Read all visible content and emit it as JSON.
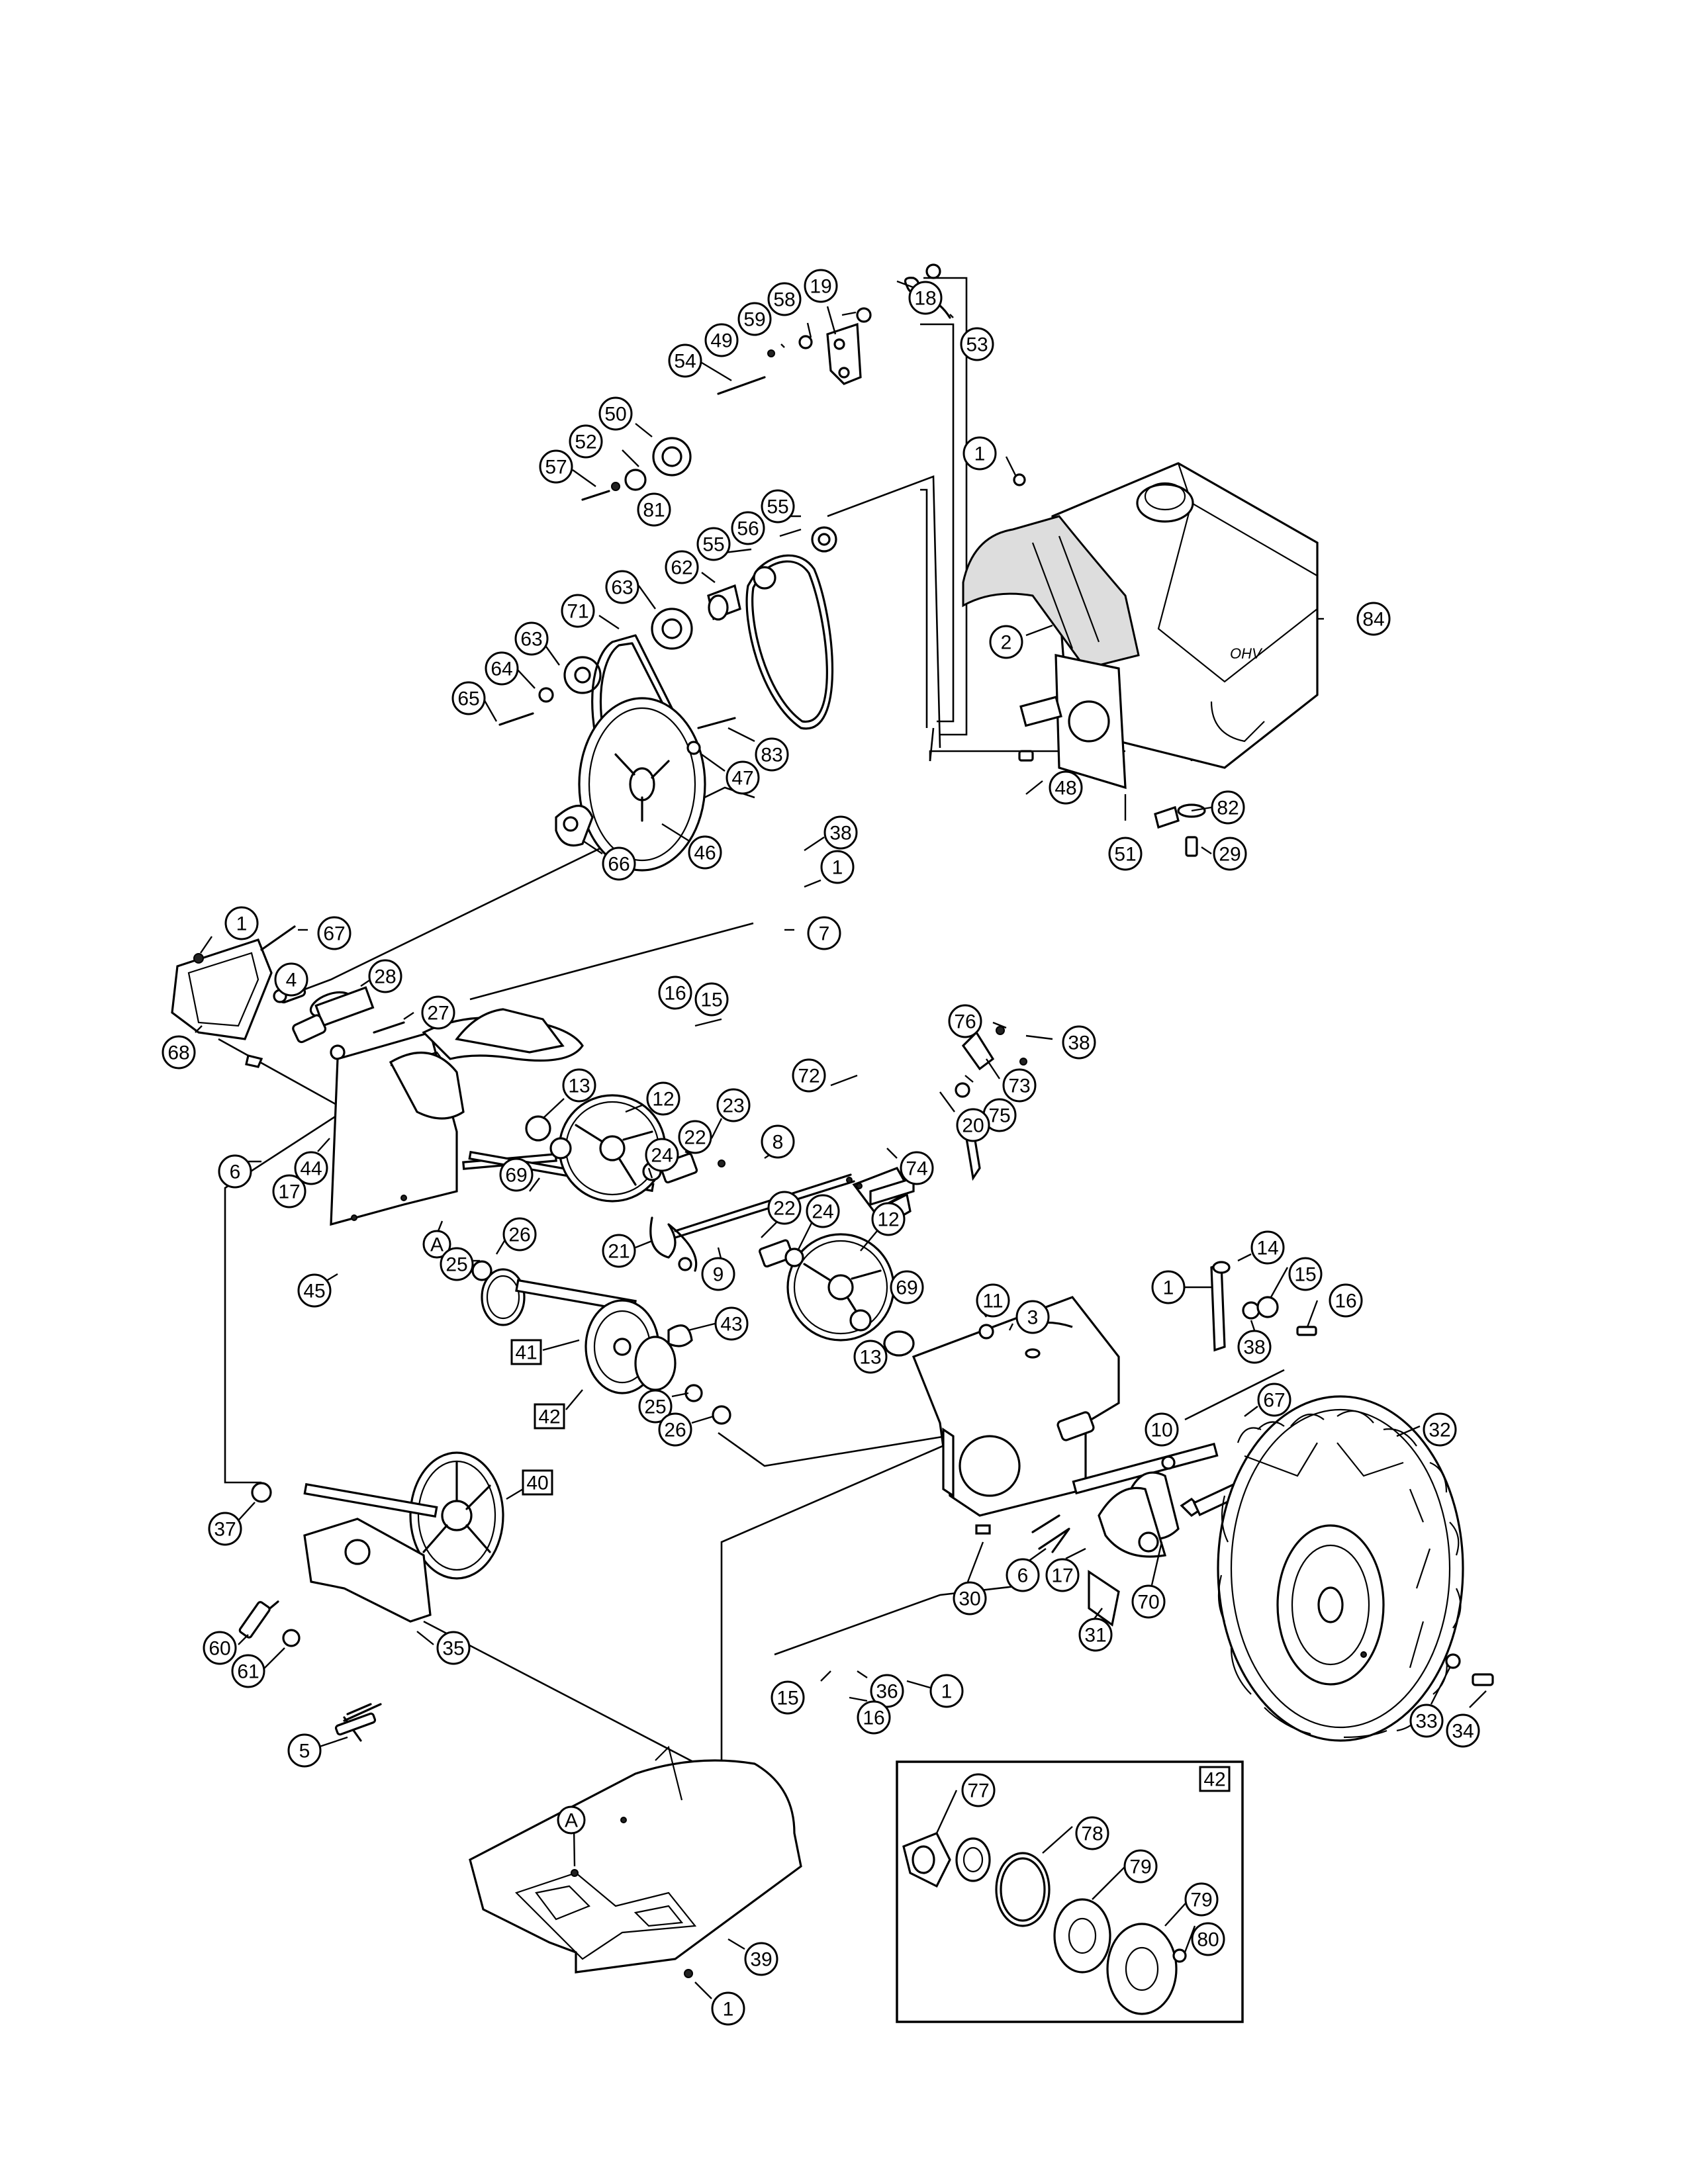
{
  "diagram": {
    "inset_label": "42",
    "engine_badge": "OHV",
    "callouts": [
      {
        "id": "c18",
        "label": "18"
      },
      {
        "id": "c19",
        "label": "19"
      },
      {
        "id": "c58",
        "label": "58"
      },
      {
        "id": "c59",
        "label": "59"
      },
      {
        "id": "c49",
        "label": "49"
      },
      {
        "id": "c54",
        "label": "54"
      },
      {
        "id": "c53",
        "label": "53"
      },
      {
        "id": "c50",
        "label": "50"
      },
      {
        "id": "c52",
        "label": "52"
      },
      {
        "id": "c57",
        "label": "57"
      },
      {
        "id": "c81",
        "label": "81"
      },
      {
        "id": "c1a",
        "label": "1"
      },
      {
        "id": "c84",
        "label": "84"
      },
      {
        "id": "c2",
        "label": "2"
      },
      {
        "id": "c55a",
        "label": "55"
      },
      {
        "id": "c56",
        "label": "56"
      },
      {
        "id": "c55b",
        "label": "55"
      },
      {
        "id": "c62",
        "label": "62"
      },
      {
        "id": "c63a",
        "label": "63"
      },
      {
        "id": "c71",
        "label": "71"
      },
      {
        "id": "c63b",
        "label": "63"
      },
      {
        "id": "c64",
        "label": "64"
      },
      {
        "id": "c65",
        "label": "65"
      },
      {
        "id": "c83",
        "label": "83"
      },
      {
        "id": "c47",
        "label": "47"
      },
      {
        "id": "c48",
        "label": "48"
      },
      {
        "id": "c82",
        "label": "82"
      },
      {
        "id": "c51",
        "label": "51"
      },
      {
        "id": "c29",
        "label": "29"
      },
      {
        "id": "c66",
        "label": "66"
      },
      {
        "id": "c46",
        "label": "46"
      },
      {
        "id": "c38a",
        "label": "38"
      },
      {
        "id": "c1b",
        "label": "1"
      },
      {
        "id": "c7",
        "label": "7"
      },
      {
        "id": "c1c",
        "label": "1"
      },
      {
        "id": "c67a",
        "label": "67"
      },
      {
        "id": "c4",
        "label": "4"
      },
      {
        "id": "c28",
        "label": "28"
      },
      {
        "id": "c27",
        "label": "27"
      },
      {
        "id": "c16a",
        "label": "16"
      },
      {
        "id": "c15a",
        "label": "15"
      },
      {
        "id": "c76",
        "label": "76"
      },
      {
        "id": "c38b",
        "label": "38"
      },
      {
        "id": "c73",
        "label": "73"
      },
      {
        "id": "c72",
        "label": "72"
      },
      {
        "id": "c75",
        "label": "75"
      },
      {
        "id": "c20",
        "label": "20"
      },
      {
        "id": "c74",
        "label": "74"
      },
      {
        "id": "c68",
        "label": "68"
      },
      {
        "id": "c6a",
        "label": "6"
      },
      {
        "id": "c17a",
        "label": "17"
      },
      {
        "id": "c44",
        "label": "44"
      },
      {
        "id": "c13a",
        "label": "13"
      },
      {
        "id": "c12a",
        "label": "12"
      },
      {
        "id": "c23",
        "label": "23"
      },
      {
        "id": "c8",
        "label": "8"
      },
      {
        "id": "c24a",
        "label": "24"
      },
      {
        "id": "c22a",
        "label": "22"
      },
      {
        "id": "c69a",
        "label": "69"
      },
      {
        "id": "c21",
        "label": "21"
      },
      {
        "id": "c9",
        "label": "9"
      },
      {
        "id": "c22b",
        "label": "22"
      },
      {
        "id": "c24b",
        "label": "24"
      },
      {
        "id": "c12b",
        "label": "12"
      },
      {
        "id": "cA1",
        "label": "A"
      },
      {
        "id": "c45",
        "label": "45"
      },
      {
        "id": "c26a",
        "label": "26"
      },
      {
        "id": "c25a",
        "label": "25"
      },
      {
        "id": "c41",
        "label": "41"
      },
      {
        "id": "c43",
        "label": "43"
      },
      {
        "id": "c42a",
        "label": "42"
      },
      {
        "id": "c25b",
        "label": "25"
      },
      {
        "id": "c26b",
        "label": "26"
      },
      {
        "id": "c69b",
        "label": "69"
      },
      {
        "id": "c11",
        "label": "11"
      },
      {
        "id": "c3",
        "label": "3"
      },
      {
        "id": "c13b",
        "label": "13"
      },
      {
        "id": "c14",
        "label": "14"
      },
      {
        "id": "c1d",
        "label": "1"
      },
      {
        "id": "c15b",
        "label": "15"
      },
      {
        "id": "c16b",
        "label": "16"
      },
      {
        "id": "c38c",
        "label": "38"
      },
      {
        "id": "c67b",
        "label": "67"
      },
      {
        "id": "c10",
        "label": "10"
      },
      {
        "id": "c32",
        "label": "32"
      },
      {
        "id": "c40",
        "label": "40"
      },
      {
        "id": "c37",
        "label": "37"
      },
      {
        "id": "c60",
        "label": "60"
      },
      {
        "id": "c61",
        "label": "61"
      },
      {
        "id": "c35",
        "label": "35"
      },
      {
        "id": "c5",
        "label": "5"
      },
      {
        "id": "c30",
        "label": "30"
      },
      {
        "id": "c6b",
        "label": "6"
      },
      {
        "id": "c17b",
        "label": "17"
      },
      {
        "id": "c31",
        "label": "31"
      },
      {
        "id": "c70",
        "label": "70"
      },
      {
        "id": "c15c",
        "label": "15"
      },
      {
        "id": "c36",
        "label": "36"
      },
      {
        "id": "c1e",
        "label": "1"
      },
      {
        "id": "c16c",
        "label": "16"
      },
      {
        "id": "c33",
        "label": "33"
      },
      {
        "id": "c34",
        "label": "34"
      },
      {
        "id": "cA2",
        "label": "A"
      },
      {
        "id": "c39",
        "label": "39"
      },
      {
        "id": "c1f",
        "label": "1"
      },
      {
        "id": "c77",
        "label": "77"
      },
      {
        "id": "c78",
        "label": "78"
      },
      {
        "id": "c79a",
        "label": "79"
      },
      {
        "id": "c79b",
        "label": "79"
      },
      {
        "id": "c80",
        "label": "80"
      }
    ]
  }
}
